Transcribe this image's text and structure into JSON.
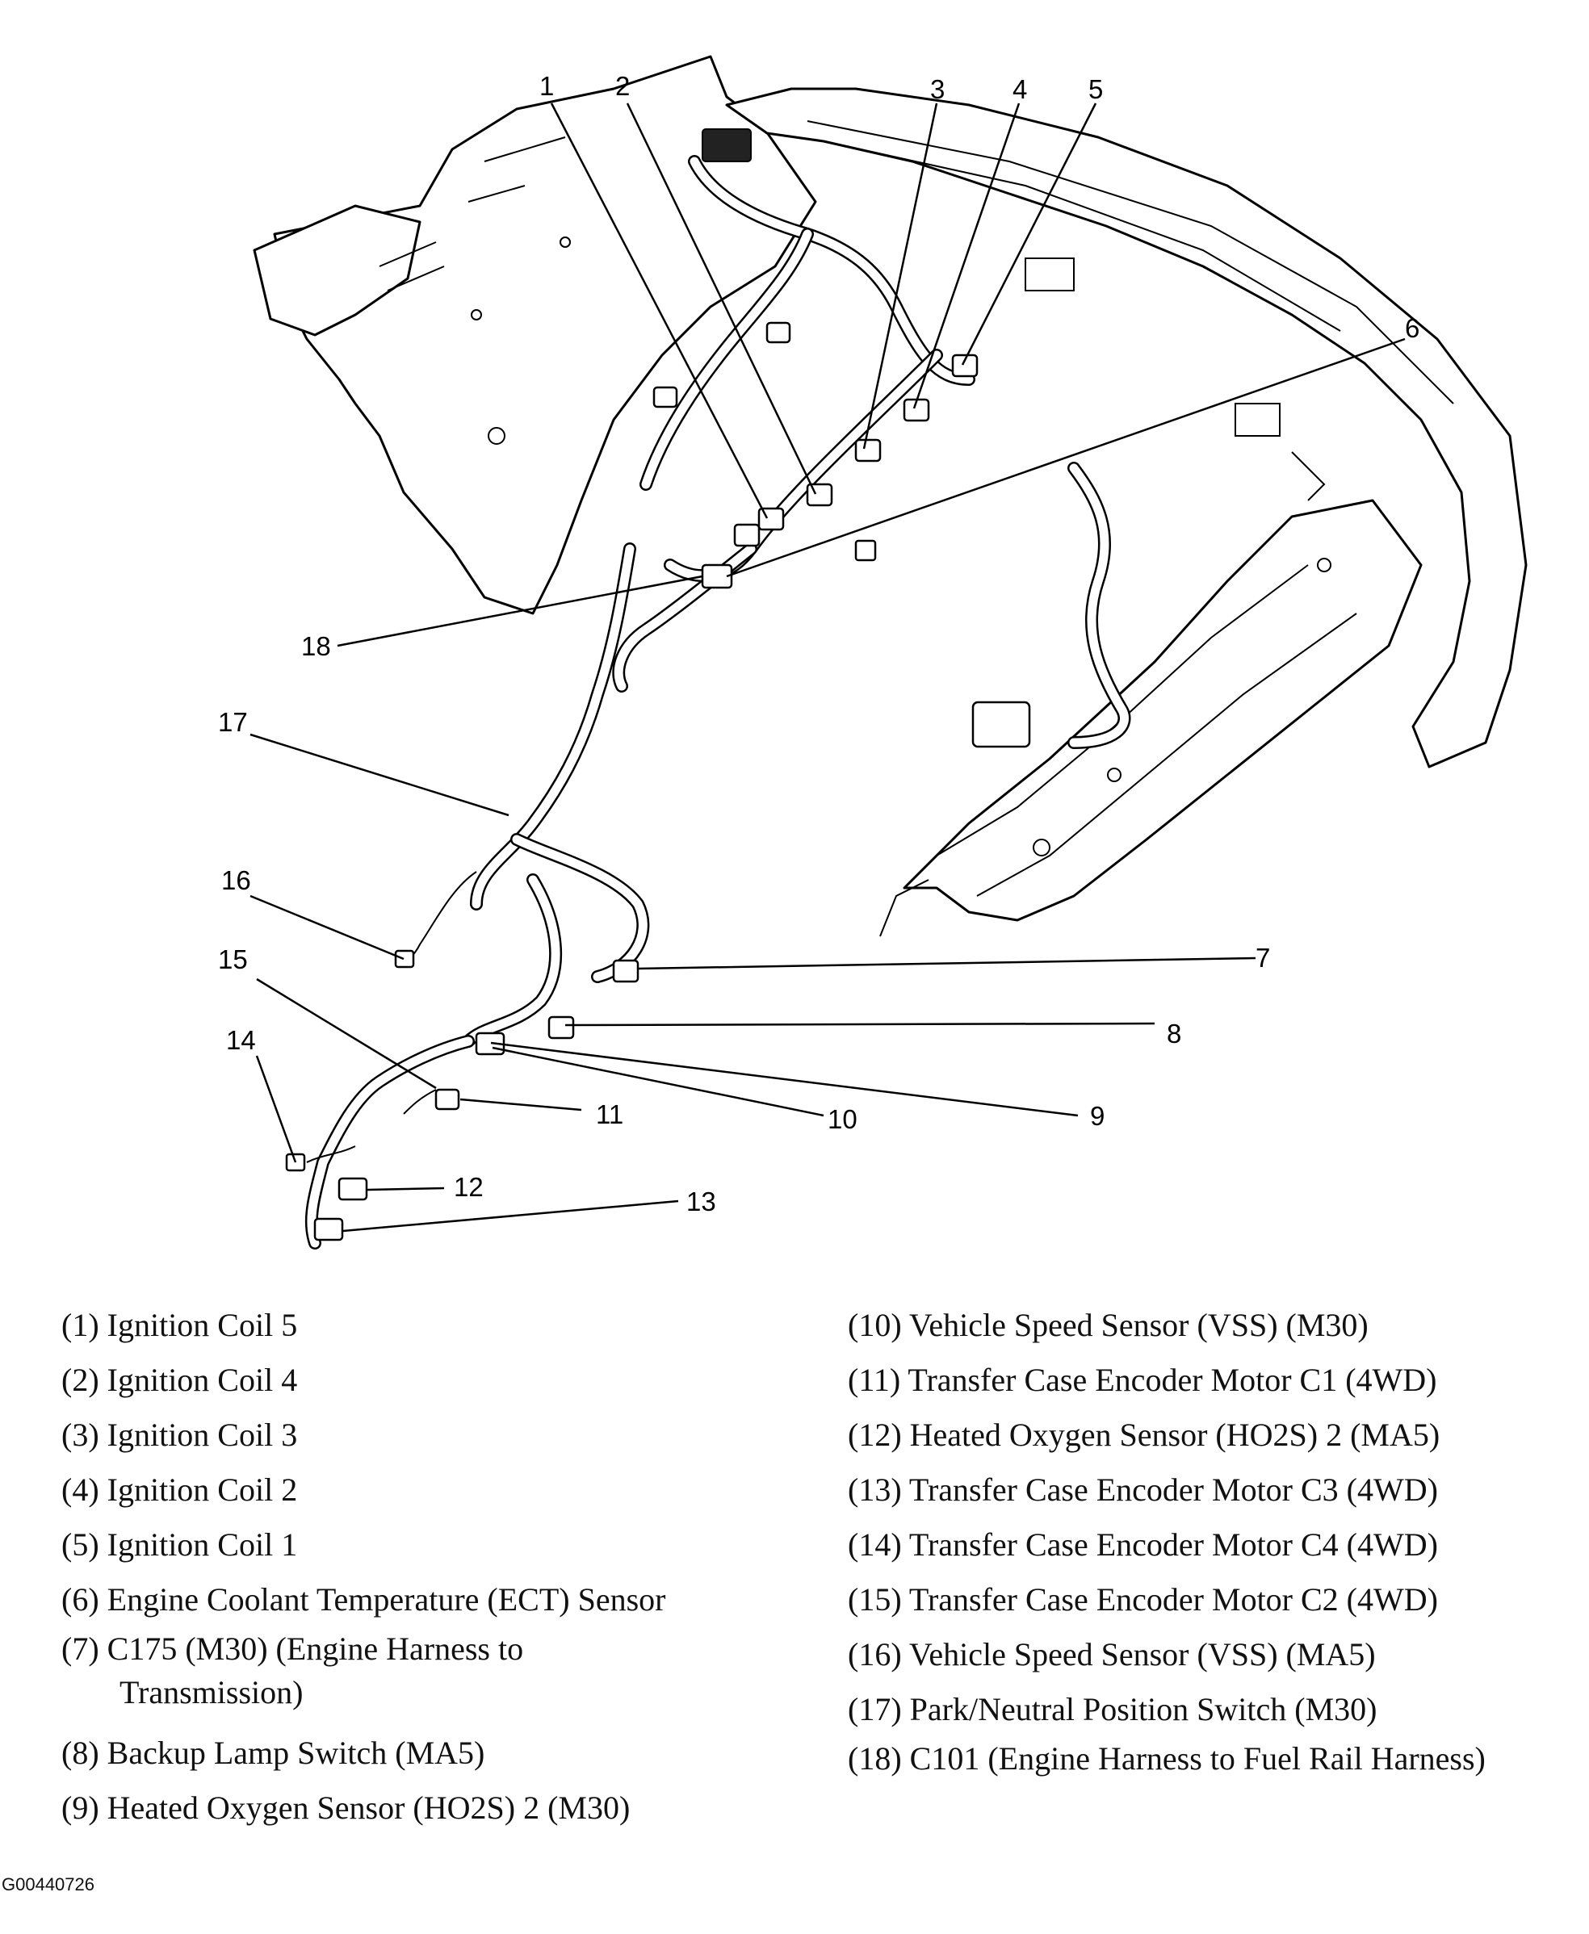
{
  "callouts": [
    "1",
    "2",
    "3",
    "4",
    "5",
    "6",
    "7",
    "8",
    "9",
    "10",
    "11",
    "12",
    "13",
    "14",
    "15",
    "16",
    "17",
    "18"
  ],
  "legend_left": [
    "(1) Ignition Coil 5",
    "(2) Ignition Coil 4",
    "(3) Ignition Coil 3",
    "(4) Ignition Coil 2",
    "(5) Ignition Coil 1",
    "(6) Engine Coolant Temperature (ECT) Sensor",
    "(7) C175 (M30) (Engine Harness to Transmission)",
    "(8) Backup Lamp Switch (MA5)",
    "(9) Heated Oxygen Sensor (HO2S) 2 (M30)"
  ],
  "legend_right": [
    "(10) Vehicle Speed Sensor (VSS) (M30)",
    "(11) Transfer Case Encoder Motor C1 (4WD)",
    "(12) Heated Oxygen Sensor (HO2S) 2 (MA5)",
    "(13) Transfer Case Encoder Motor C3 (4WD)",
    "(14) Transfer Case Encoder Motor C4 (4WD)",
    "(15) Transfer Case Encoder Motor C2 (4WD)",
    "(16) Vehicle Speed Sensor (VSS) (MA5)",
    "(17) Park/Neutral Position Switch (M30)",
    "(18) C101 (Engine Harness to Fuel Rail Harness)"
  ],
  "figure_id": "G00440726"
}
